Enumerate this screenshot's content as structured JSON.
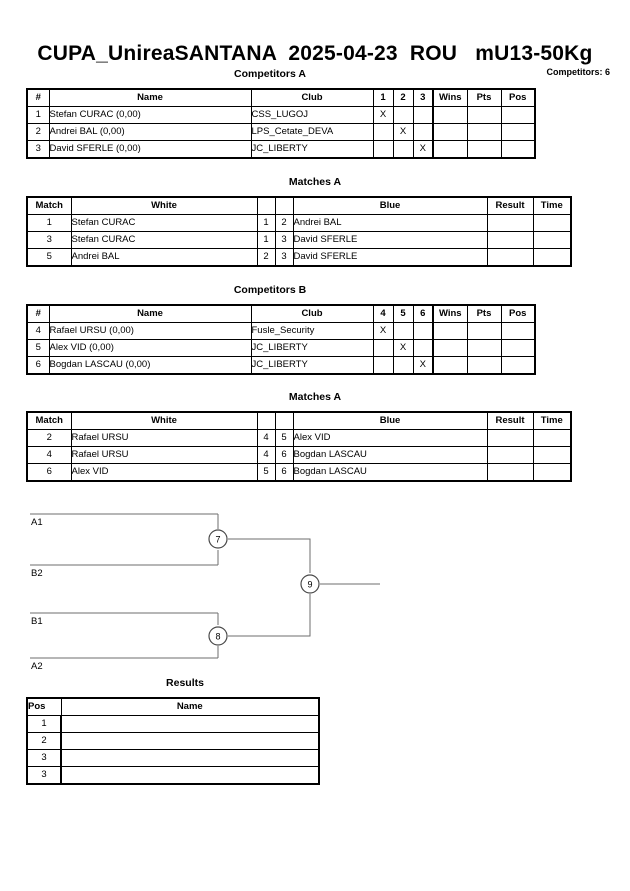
{
  "header": {
    "title": "CUPA_UnireaSANTANA  2025-04-23  ROU   mU13-50Kg",
    "competitors_label": "Competitors: 6"
  },
  "sections": {
    "competitors_a_caption": "Competitors A",
    "matches_a1_caption": "Matches A",
    "competitors_b_caption": "Competitors B",
    "matches_a2_caption": "Matches A",
    "results_caption": "Results"
  },
  "competitors_headers": {
    "num": "#",
    "name": "Name",
    "club": "Club",
    "wins": "Wins",
    "pts": "Pts",
    "pos": "Pos"
  },
  "pool_a": {
    "cross_headers": [
      "1",
      "2",
      "3"
    ],
    "rows": [
      {
        "num": "1",
        "name": "Stefan CURAC  (0,00)",
        "club": "CSS_LUGOJ",
        "marks": [
          "X",
          "",
          ""
        ],
        "wins": "",
        "pts": "",
        "pos": ""
      },
      {
        "num": "2",
        "name": "Andrei BAL  (0,00)",
        "club": "LPS_Cetate_DEVA",
        "marks": [
          "",
          "X",
          ""
        ],
        "wins": "",
        "pts": "",
        "pos": ""
      },
      {
        "num": "3",
        "name": "David SFERLE  (0,00)",
        "club": "JC_LIBERTY",
        "marks": [
          "",
          "",
          "X"
        ],
        "wins": "",
        "pts": "",
        "pos": ""
      }
    ]
  },
  "pool_b": {
    "cross_headers": [
      "4",
      "5",
      "6"
    ],
    "rows": [
      {
        "num": "4",
        "name": "Rafael URSU  (0,00)",
        "club": "Fusle_Security",
        "marks": [
          "X",
          "",
          ""
        ],
        "wins": "",
        "pts": "",
        "pos": ""
      },
      {
        "num": "5",
        "name": "Alex VID  (0,00)",
        "club": "JC_LIBERTY",
        "marks": [
          "",
          "X",
          ""
        ],
        "wins": "",
        "pts": "",
        "pos": ""
      },
      {
        "num": "6",
        "name": "Bogdan LASCAU  (0,00)",
        "club": "JC_LIBERTY",
        "marks": [
          "",
          "",
          "X"
        ],
        "wins": "",
        "pts": "",
        "pos": ""
      }
    ]
  },
  "matches_headers": {
    "match": "Match",
    "white": "White",
    "blue": "Blue",
    "result": "Result",
    "time": "Time"
  },
  "matches_a1": {
    "rows": [
      {
        "match": "1",
        "white": "Stefan CURAC",
        "white_num": "1",
        "blue_num": "2",
        "blue": "Andrei BAL",
        "result": "",
        "time": ""
      },
      {
        "match": "3",
        "white": "Stefan CURAC",
        "white_num": "1",
        "blue_num": "3",
        "blue": "David SFERLE",
        "result": "",
        "time": ""
      },
      {
        "match": "5",
        "white": "Andrei BAL",
        "white_num": "2",
        "blue_num": "3",
        "blue": "David SFERLE",
        "result": "",
        "time": ""
      }
    ]
  },
  "matches_a2": {
    "rows": [
      {
        "match": "2",
        "white": "Rafael URSU",
        "white_num": "4",
        "blue_num": "5",
        "blue": "Alex VID",
        "result": "",
        "time": ""
      },
      {
        "match": "4",
        "white": "Rafael URSU",
        "white_num": "4",
        "blue_num": "6",
        "blue": "Bogdan LASCAU",
        "result": "",
        "time": ""
      },
      {
        "match": "6",
        "white": "Alex VID",
        "white_num": "5",
        "blue_num": "6",
        "blue": "Bogdan LASCAU",
        "result": "",
        "time": ""
      }
    ]
  },
  "bracket": {
    "seeds": [
      "A1",
      "B2",
      "B1",
      "A2"
    ],
    "nodes": [
      "7",
      "8",
      "9"
    ]
  },
  "results": {
    "headers": {
      "pos": "Pos",
      "name": "Name"
    },
    "rows": [
      {
        "pos": "1",
        "name": ""
      },
      {
        "pos": "2",
        "name": ""
      },
      {
        "pos": "3",
        "name": ""
      },
      {
        "pos": "3",
        "name": ""
      }
    ]
  }
}
